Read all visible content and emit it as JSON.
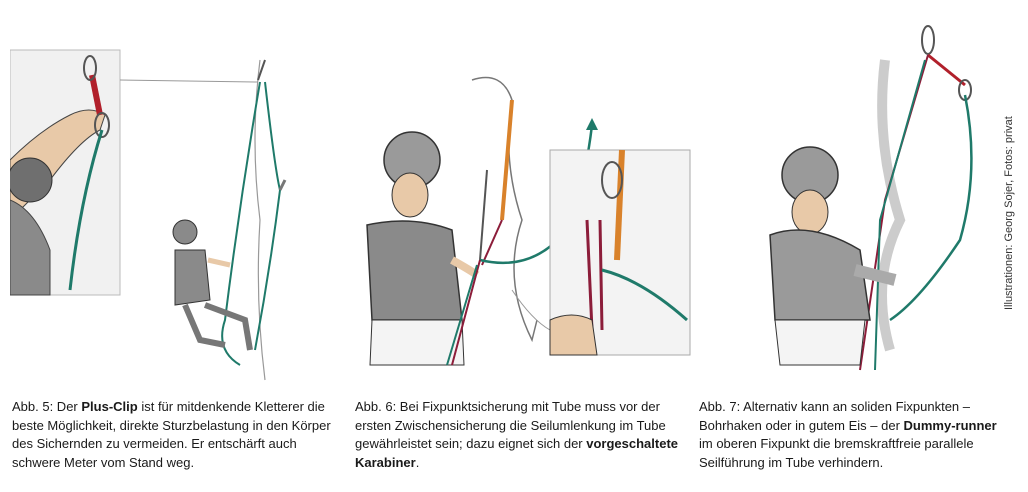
{
  "captions": {
    "fig5": {
      "prefix": "Abb. 5: Der ",
      "bold": "Plus-Clip",
      "rest": " ist für mitdenkende Kletterer die beste Möglichkeit, direkte Sturzbelastung in den Körper des Sichernden zu vermeiden. Er entschärft auch schwere Meter vom Stand weg."
    },
    "fig6": {
      "prefix": "Abb. 6: Bei Fixpunktsicherung mit Tube muss vor der ersten Zwischensicherung die Seilumlenkung im Tube gewährleistet sein; dazu eignet sich der ",
      "bold": "vorgeschaltete Karabiner",
      "rest": "."
    },
    "fig7": {
      "prefix": "Abb. 7: Alternativ kann an soliden Fixpunkten – Bohrhaken oder in gutem Eis – der ",
      "bold": "Dummy-runner",
      "rest": " im oberen Fixpunkt die bremskraftfreie parallele Seilführung im Tube verhindern."
    }
  },
  "credit": "Illustrationen: Georg Sojer, Fotos: privat",
  "colors": {
    "rope_green": "#1f7a6a",
    "rope_red": "#8c1d3a",
    "sling_orange": "#d9822b",
    "cloth_grey": "#8a8a8a"
  }
}
